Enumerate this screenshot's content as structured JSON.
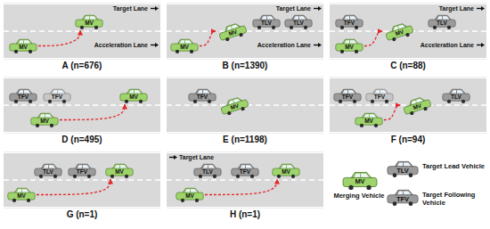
{
  "diagram": {
    "nodes": [
      {
        "text": [
          "Target Lane",
          "Acceleration Lane",
          "A (n=676)"
        ]
      },
      {
        "text": [
          "MV"
        ],
        "in": 0
      },
      {
        "text": [
          "MV"
        ],
        "in": 0
      },
      {
        "text": [
          "Target Lane",
          "Acceleration Lane",
          "B (n=1390)"
        ]
      },
      {
        "text": [
          "MV"
        ],
        "in": 3
      },
      {
        "text": [
          "MV"
        ],
        "in": 3
      },
      {
        "text": [
          "TLV"
        ],
        "in": 3
      },
      {
        "text": [
          "TLV"
        ],
        "in": 3
      },
      {
        "text": [
          "Target Lane",
          "Acceleration Lane",
          "C (n=88)"
        ]
      },
      {
        "text": [
          "TFV"
        ],
        "in": 8
      },
      {
        "text": [
          "MV"
        ],
        "in": 8
      },
      {
        "text": [
          "MV"
        ],
        "in": 8
      },
      {
        "text": [
          "TLV"
        ],
        "in": 8
      },
      {
        "text": [
          "D (n=495)"
        ]
      },
      {
        "text": [
          "TFV"
        ],
        "in": 13
      },
      {
        "text": [
          "TFV"
        ],
        "in": 13
      },
      {
        "text": [
          "MV"
        ],
        "in": 13
      },
      {
        "text": [
          "MV"
        ],
        "in": 13
      },
      {
        "text": [
          "E (n=1198)"
        ]
      },
      {
        "text": [
          "TFV"
        ],
        "in": 18
      },
      {
        "text": [
          "MV"
        ],
        "in": 18
      },
      {
        "text": [
          "F (n=94)"
        ]
      },
      {
        "text": [
          "TFV"
        ],
        "in": 21
      },
      {
        "text": [
          "TFV"
        ],
        "in": 21
      },
      {
        "text": [
          "MV"
        ],
        "in": 21
      },
      {
        "text": [
          "MV"
        ],
        "in": 21
      },
      {
        "text": [
          "TLV"
        ],
        "in": 21
      },
      {
        "text": [
          "G (n=1)"
        ]
      },
      {
        "text": [
          "TLV"
        ],
        "in": 27
      },
      {
        "text": [
          "TFV"
        ],
        "in": 27
      },
      {
        "text": [
          "MV"
        ],
        "in": 27
      },
      {
        "text": [
          "MV"
        ],
        "in": 27
      },
      {
        "text": [
          "Target Lane",
          "H (n=1)"
        ]
      },
      {
        "text": [
          "TLV"
        ],
        "in": 32
      },
      {
        "text": [
          "TFV"
        ],
        "in": 32
      },
      {
        "text": [
          "MV"
        ],
        "in": 32
      },
      {
        "text": [
          "MV"
        ],
        "in": 32
      },
      {
        "text": [
          "MV"
        ]
      },
      {
        "text": [
          "TLV"
        ]
      },
      {
        "text": [
          "TFV"
        ]
      }
    ],
    "edges": [
      {
        "from": 1,
        "to": 2,
        "arrow": "to"
      },
      {
        "from": 4,
        "to": 5,
        "arrow": "to"
      },
      {
        "from": 10,
        "to": 11,
        "arrow": "to"
      },
      {
        "from": 16,
        "to": 17,
        "arrow": "to"
      },
      {
        "from": 24,
        "to": 25,
        "arrow": "to"
      },
      {
        "from": 31,
        "to": 30,
        "arrow": "to"
      },
      {
        "from": 36,
        "to": 35,
        "arrow": "to"
      }
    ],
    "legend": [
      {
        "text": "Merging Vehicle"
      },
      {
        "text": "Target Lead Vehicle"
      },
      {
        "text": "Target Following Vehicle"
      }
    ]
  }
}
